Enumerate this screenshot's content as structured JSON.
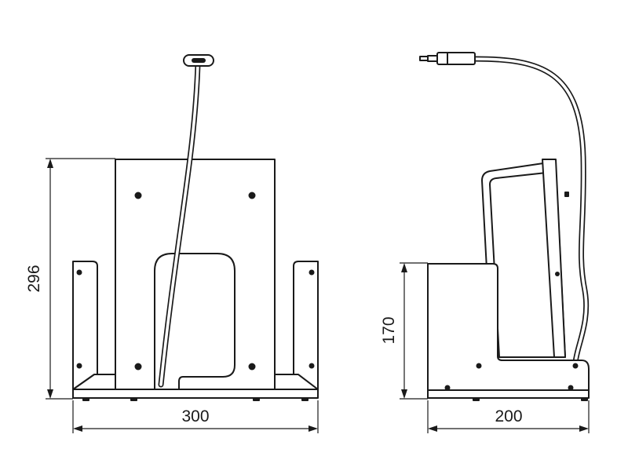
{
  "dimensions": {
    "front_height": "296",
    "front_width": "300",
    "side_height": "170",
    "side_depth": "200"
  }
}
